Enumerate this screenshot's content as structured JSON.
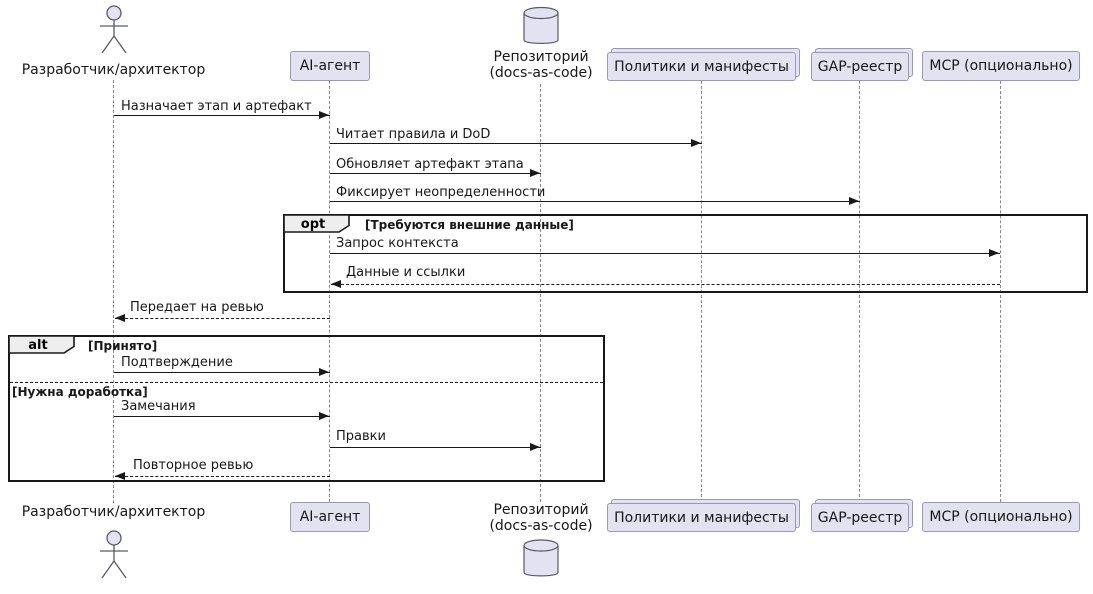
{
  "diagram": {
    "type": "sequence",
    "participants": [
      {
        "id": "developer",
        "label": "Разработчик/архитектор",
        "kind": "actor"
      },
      {
        "id": "ai_agent",
        "label": "AI-агент",
        "kind": "participant"
      },
      {
        "id": "repository",
        "label": "Репозиторий",
        "sublabel": "(docs-as-code)",
        "kind": "database"
      },
      {
        "id": "policies",
        "label": "Политики и манифесты",
        "kind": "collections"
      },
      {
        "id": "gap_registry",
        "label": "GAP-реестр",
        "kind": "collections"
      },
      {
        "id": "mcp",
        "label": "MCP (опционально)",
        "kind": "participant"
      }
    ],
    "messages": [
      {
        "from": "developer",
        "to": "ai_agent",
        "label": "Назначает этап и артефакт",
        "style": "solid"
      },
      {
        "from": "ai_agent",
        "to": "policies",
        "label": "Читает правила и DoD",
        "style": "solid"
      },
      {
        "from": "ai_agent",
        "to": "repository",
        "label": "Обновляет артефакт этапа",
        "style": "solid"
      },
      {
        "from": "ai_agent",
        "to": "gap_registry",
        "label": "Фиксирует неопределенности",
        "style": "solid"
      },
      {
        "from": "ai_agent",
        "to": "mcp",
        "label": "Запрос контекста",
        "style": "solid"
      },
      {
        "from": "mcp",
        "to": "ai_agent",
        "label": "Данные и ссылки",
        "style": "dashed"
      },
      {
        "from": "ai_agent",
        "to": "developer",
        "label": "Передает на ревью",
        "style": "dashed"
      },
      {
        "from": "developer",
        "to": "ai_agent",
        "label": "Подтверждение",
        "style": "solid"
      },
      {
        "from": "developer",
        "to": "ai_agent",
        "label": "Замечания",
        "style": "solid"
      },
      {
        "from": "ai_agent",
        "to": "repository",
        "label": "Правки",
        "style": "solid"
      },
      {
        "from": "ai_agent",
        "to": "developer",
        "label": "Повторное ревью",
        "style": "dashed"
      }
    ],
    "fragments": {
      "opt": {
        "keyword": "opt",
        "guard": "[Требуются внешние данные]"
      },
      "alt": {
        "keyword": "alt",
        "guard_accepted": "[Принято]",
        "guard_rework": "[Нужна доработка]"
      }
    }
  },
  "colors": {
    "participant_fill": "#E2E2F0",
    "participant_border": "#9898b8",
    "fragment_tab_fill": "#EEEEEE",
    "line": "#181818",
    "lifeline": "#8a8a8a",
    "background": "#ffffff"
  }
}
